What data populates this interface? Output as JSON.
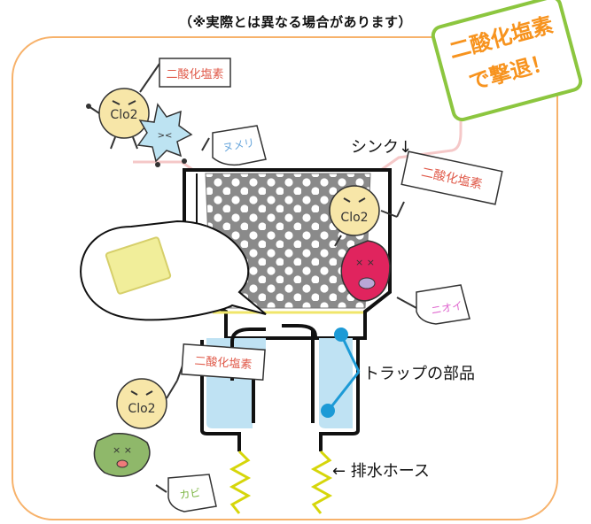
{
  "header": {
    "title_fragment": "を表",
    "subtitle": "（※実際とは異なる場合があります）"
  },
  "badge": {
    "line1": "二酸化塩素",
    "line2": "で撃退！"
  },
  "labels": {
    "sink": "シンク↓",
    "trap_part": "トラップの部品",
    "drain_hose": "← 排水ホース",
    "flag1": "二酸化塩素",
    "flag2": "二酸化塩素",
    "flag3": "二酸化塩素",
    "clo2_1": "Clo2",
    "clo2_2": "Clo2",
    "clo2_3": "Clo2",
    "nume": "ヌメリ",
    "nioi": "ニオイ",
    "kabi": "カビ"
  },
  "colors": {
    "frame": "#f7b26b",
    "accent": "#f7931e",
    "badge_border": "#8cc63f",
    "flag_text": "#e05a4a",
    "water": "#bfe2f3",
    "trap_blue": "#1c9ad6",
    "coil": "#d6d60a",
    "sink_pink": "#f5c8c8"
  }
}
